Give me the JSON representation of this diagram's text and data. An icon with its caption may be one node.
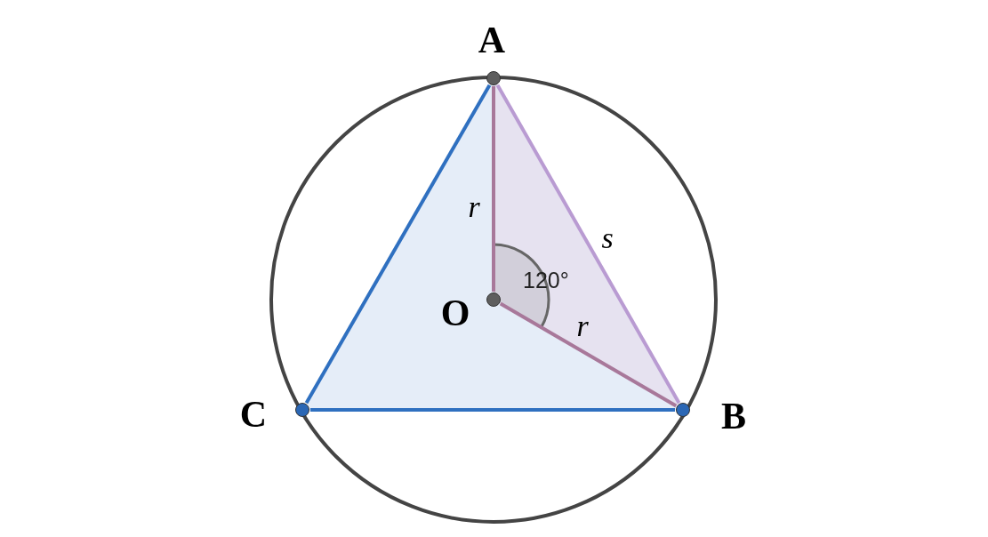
{
  "diagram": {
    "nodes": [
      {
        "text": [
          "A"
        ]
      },
      {
        "text": [
          "O"
        ]
      },
      {
        "text": [
          "C"
        ]
      },
      {
        "text": [
          "B"
        ]
      }
    ],
    "edges": [
      {
        "from": 1,
        "to": 0,
        "arrow": "none",
        "label": "r",
        "color": "#a8789a"
      },
      {
        "from": 1,
        "to": 3,
        "arrow": "none",
        "label": "r",
        "color": "#a8789a"
      },
      {
        "from": 0,
        "to": 3,
        "arrow": "none",
        "label": "s",
        "color": "#b99bd2"
      },
      {
        "from": 0,
        "to": 2,
        "arrow": "none",
        "color": "#2f70c0"
      },
      {
        "from": 2,
        "to": 3,
        "arrow": "none",
        "color": "#2f70c0"
      }
    ],
    "labels": [
      "120°"
    ]
  }
}
